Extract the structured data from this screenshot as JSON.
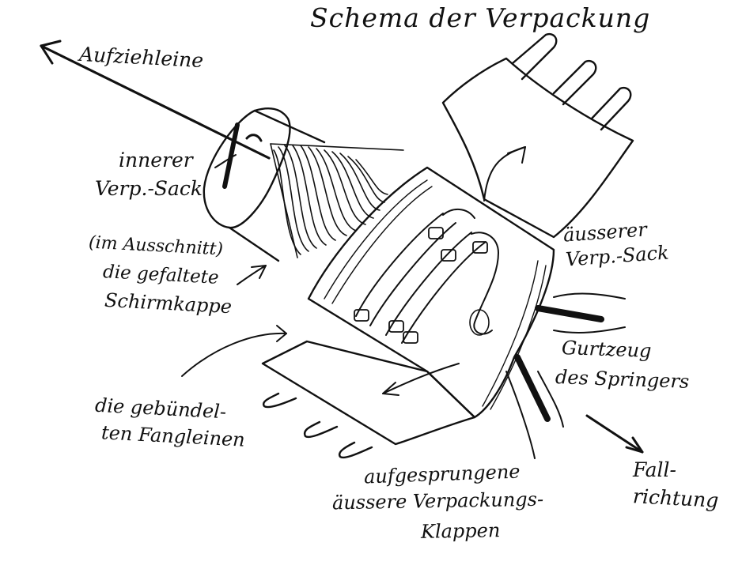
{
  "diagram": {
    "title": "Schema der Verpackung",
    "labels": {
      "aufziehleine": "Aufziehleine",
      "innerer_sack_1": "innerer",
      "innerer_sack_2": "Verp.-Sack",
      "kappe_1": "(im Ausschnitt)",
      "kappe_2": "die gefaltete",
      "kappe_3": "Schirmkappe",
      "aeusserer_sack_1": "äusserer",
      "aeusserer_sack_2": "Verp.-Sack",
      "gurtzeug_1": "Gurtzeug",
      "gurtzeug_2": "des Springers",
      "fangleinen_1": "die gebündel-",
      "fangleinen_2": "ten Fangleinen",
      "fallrichtung_1": "Fall-",
      "fallrichtung_2": "richtung",
      "klappen_1": "aufgesprungene",
      "klappen_2": "äussere Verpackungs-",
      "klappen_3": "Klappen"
    },
    "colors": {
      "ink": "#111111",
      "paper": "#ffffff"
    }
  }
}
